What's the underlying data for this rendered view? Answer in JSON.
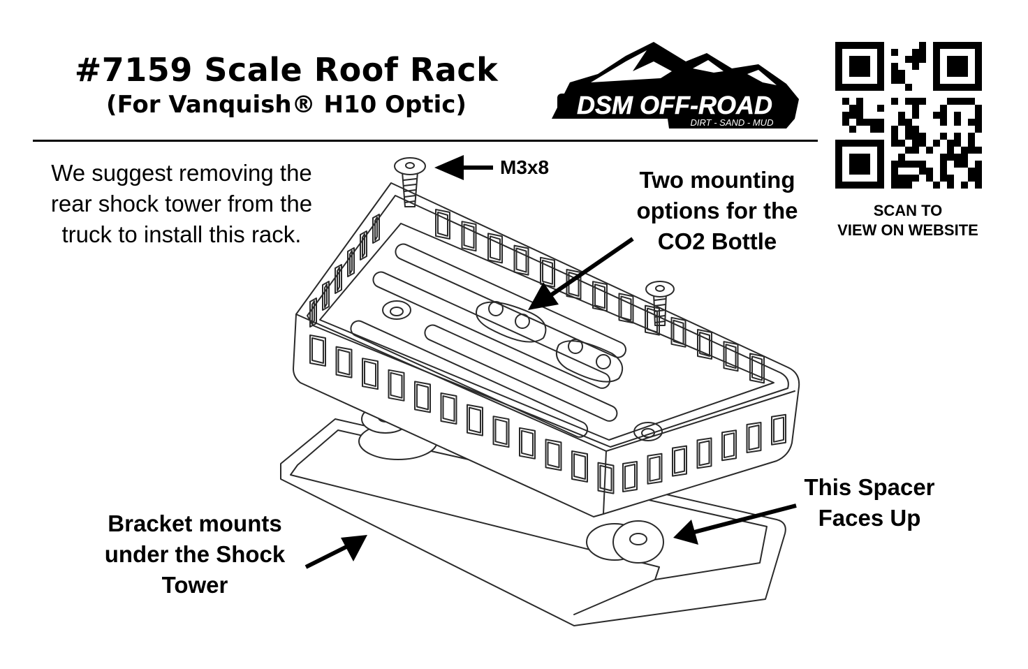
{
  "header": {
    "title": "#7159 Scale Roof Rack",
    "subtitle": "(For Vanquish® H10 Optic)"
  },
  "logo": {
    "brand": "DSM OFF-ROAD",
    "tagline": "DIRT - SAND - MUD"
  },
  "qr": {
    "caption_line1": "SCAN TO",
    "caption_line2": "VIEW ON WEBSITE"
  },
  "instructions": {
    "note": "We suggest removing the rear shock tower from the truck to install this rack."
  },
  "callouts": {
    "screw": "M3x8",
    "co2": "Two mounting options for the CO2 Bottle",
    "spacer": "This Spacer Faces Up",
    "bracket": "Bracket mounts under the Shock Tower"
  },
  "colors": {
    "ink": "#000000",
    "paper": "#ffffff",
    "part_outline": "#2a2a2a"
  }
}
